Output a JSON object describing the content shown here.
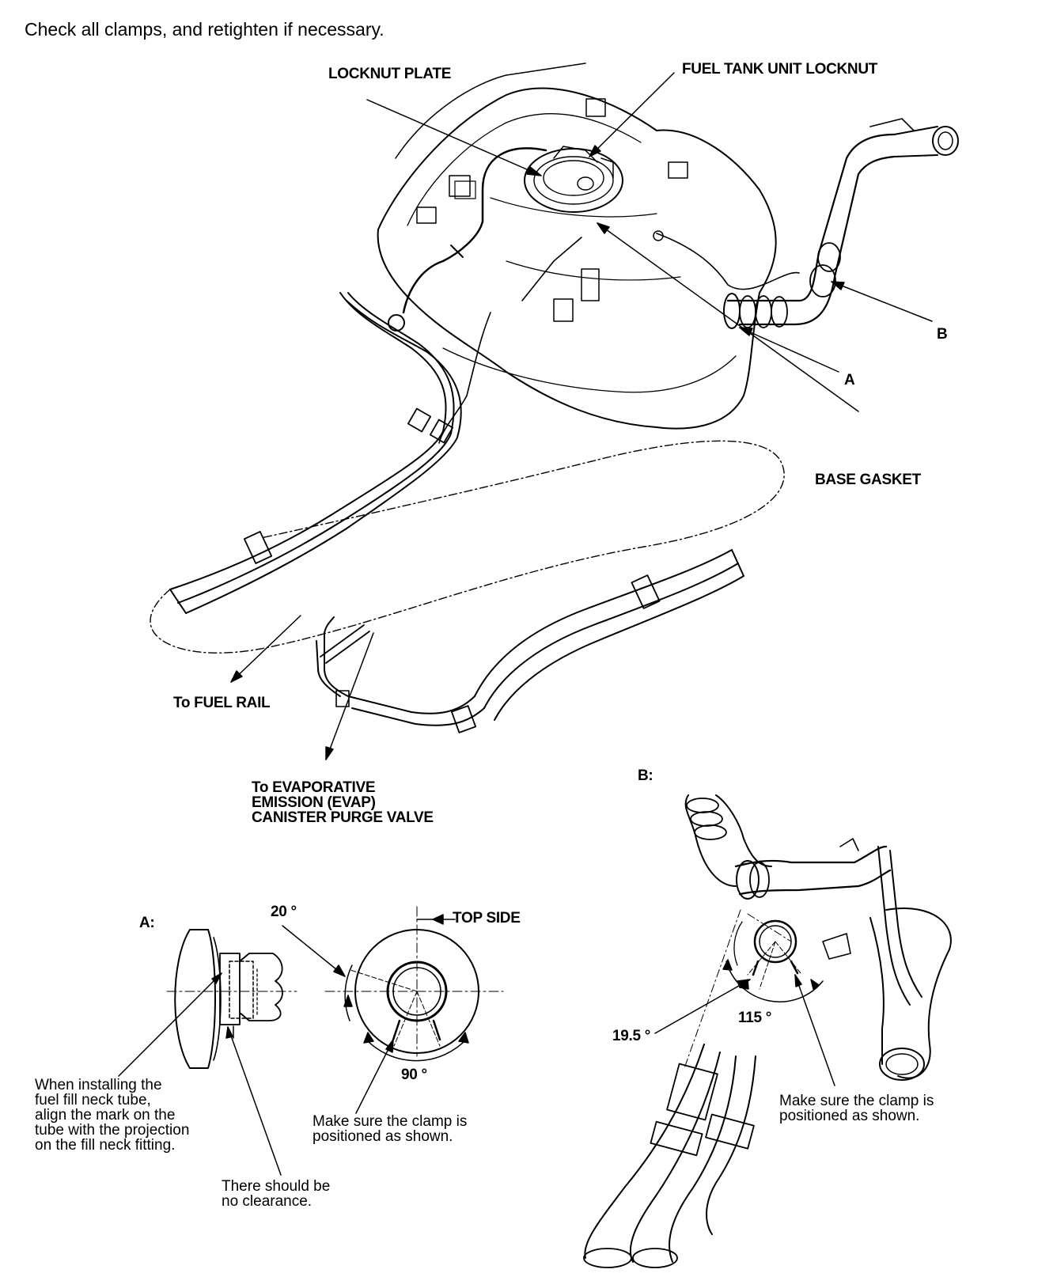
{
  "instruction": "Check all clamps, and retighten if necessary.",
  "callouts": {
    "locknut_plate": "LOCKNUT PLATE",
    "fuel_tank_unit_locknut": "FUEL TANK UNIT LOCKNUT",
    "base_gasket": "BASE GASKET",
    "point_a": "A",
    "point_b": "B",
    "to_fuel_rail": "To FUEL RAIL",
    "to_evap_line1": "To EVAPORATIVE",
    "to_evap_line2": "EMISSION (EVAP)",
    "to_evap_line3": "CANISTER PURGE VALVE"
  },
  "detail_a": {
    "title": "A:",
    "angle_20": "20 °",
    "top_side": "TOP SIDE",
    "angle_90": "90 °",
    "note_align": "When installing the\nfuel fill neck tube,\nalign the mark on the\ntube with the projection\non the fill neck fitting.",
    "note_clamp": "Make sure the clamp is\npositioned as shown.",
    "note_clearance": "There should be\nno clearance."
  },
  "detail_b": {
    "title": "B:",
    "angle_19_5": "19.5 °",
    "angle_115": "115 °",
    "note_clamp": "Make sure the clamp is\npositioned as shown."
  }
}
